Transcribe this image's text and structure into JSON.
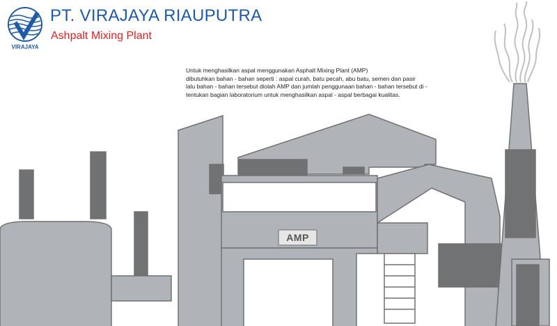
{
  "header": {
    "company_name": "PT. VIRAJAYA RIAUPUTRA",
    "subtitle": "Ashpalt Mixing Plant",
    "logo_text": "VIRAJAYA"
  },
  "description": {
    "lines": [
      "Untuk menghasilkan aspal menggunakan Asphalt Mixing Plant (AMP)",
      "dibutuhkan bahan - bahan seperti : aspal curah, batu pecah, abu batu, semen dan pasir",
      "lalu bahan - bahan tersebut diolah AMP dan jumlah penggunaan bahan - bahan tersebut di -",
      "tentukan bagian laboratorium untuk menghasilkan aspal - aspal berbagai kualitas."
    ]
  },
  "illustration": {
    "amp_label": "AMP"
  },
  "colors": {
    "brand_blue": "#1e5aa8",
    "subtitle_red": "#e02020",
    "structure_light": "#b0b4b8",
    "structure_dark": "#707274",
    "outline": "#707070"
  }
}
